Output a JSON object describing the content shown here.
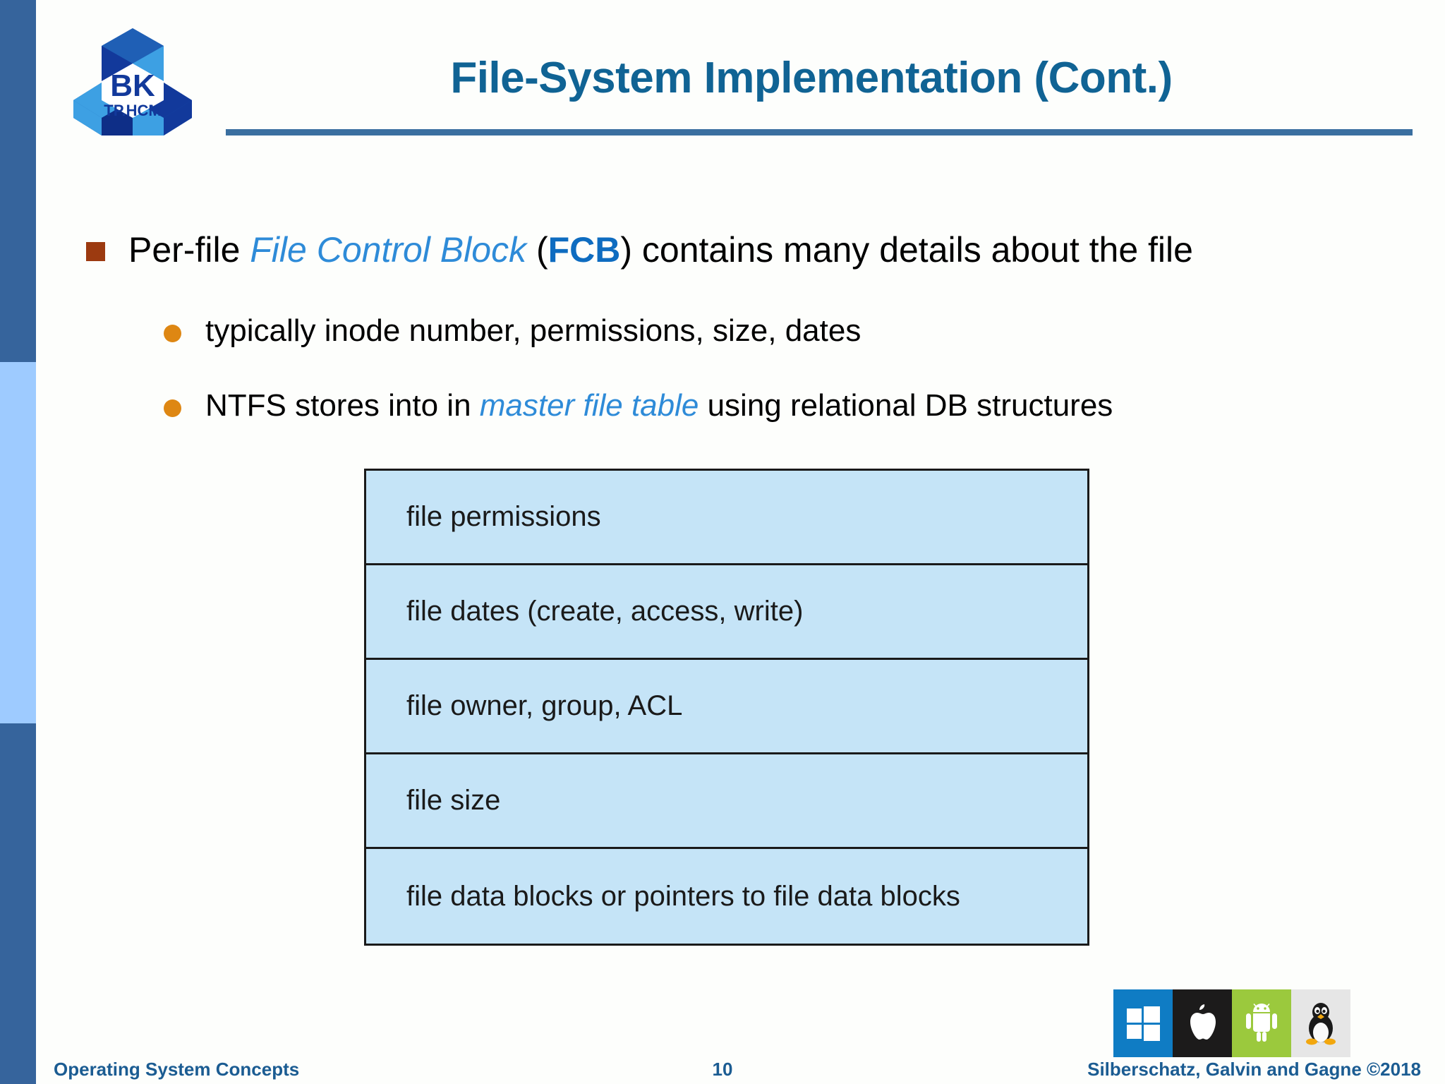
{
  "slide": {
    "title": "File-System Implementation (Cont.)",
    "accent_color": "#106394",
    "rule_color": "#3A6FA0"
  },
  "logo": {
    "name": "bk-tphcm-logo",
    "line1": "BK",
    "line2": "TP.HCM",
    "colors": {
      "dark_blue": "#12399B",
      "mid_blue": "#1F5FB5",
      "light_blue": "#3DA0E3",
      "deep_navy": "#0E2E87"
    }
  },
  "sidebar": {
    "bands": [
      {
        "name": "band-top",
        "color": "#36649C"
      },
      {
        "name": "band-middle",
        "color": "#9ECBFF"
      },
      {
        "name": "band-bottom",
        "color": "#36649C"
      }
    ]
  },
  "body": {
    "bullet1": {
      "marker_color": "#9C3A10",
      "part1": "Per-file ",
      "emphasis1": "File Control Block",
      "part2": " (",
      "emphasis2": "FCB",
      "part3": ") contains many details about the file"
    },
    "subbullets": [
      {
        "marker_color": "#DE8713",
        "part1": "typically inode number, permissions, size, dates",
        "emphasis": "",
        "part2": ""
      },
      {
        "marker_color": "#DE8713",
        "part1": "NTFS stores into in ",
        "emphasis": "master file table",
        "part2": " using relational DB structures"
      }
    ]
  },
  "fcb_table": {
    "fill_color": "#C5E4F7",
    "border_color": "#1A1A1A",
    "rows": [
      "file permissions",
      "file dates (create, access, write)",
      "file owner, group, ACL",
      "file size",
      "file data blocks or pointers to file data blocks"
    ]
  },
  "os_icons": [
    {
      "name": "windows-icon",
      "background": "#0F7CC4"
    },
    {
      "name": "apple-icon",
      "background": "#1C1B1B"
    },
    {
      "name": "android-icon",
      "background": "#9BC93D"
    },
    {
      "name": "linux-tux-icon",
      "background": "#E6E6E6"
    }
  ],
  "footer": {
    "left": "Operating System Concepts",
    "page": "10",
    "right": "Silberschatz, Galvin and Gagne ©2018",
    "color": "#1B5C92"
  }
}
